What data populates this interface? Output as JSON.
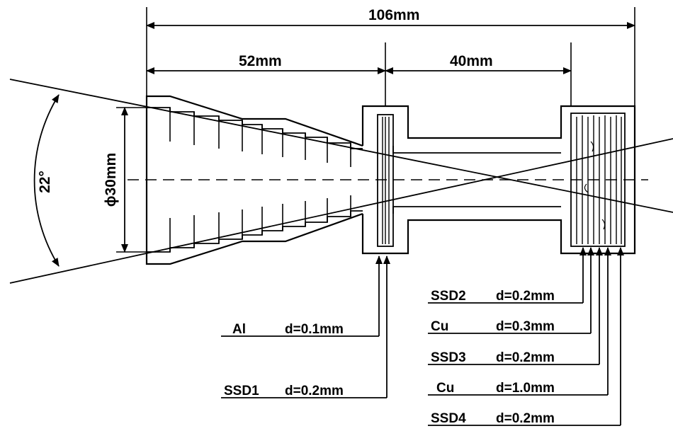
{
  "dimensions": {
    "total": "106mm",
    "collimator": "52mm",
    "spacing": "40mm",
    "diameter": "ϕ30mm",
    "angle": "22°"
  },
  "labels": [
    {
      "name": "Al",
      "thickness": "d=0.1mm"
    },
    {
      "name": "SSD1",
      "thickness": "d=0.2mm"
    },
    {
      "name": "SSD2",
      "thickness": "d=0.2mm"
    },
    {
      "name": "Cu",
      "thickness": "d=0.3mm"
    },
    {
      "name": "SSD3",
      "thickness": "d=0.2mm"
    },
    {
      "name": "Cu",
      "thickness": "d=1.0mm"
    },
    {
      "name": "SSD4",
      "thickness": "d=0.2mm"
    }
  ]
}
